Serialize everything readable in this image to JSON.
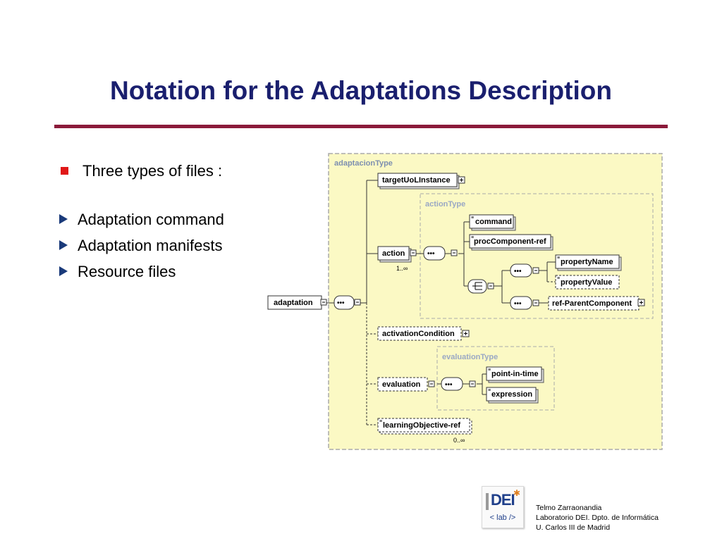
{
  "slide": {
    "title": "Notation for the Adaptations Description",
    "main_bullet": "Three types of files :",
    "sub_bullets": [
      "Adaptation command",
      "Adaptation manifests",
      "Resource files"
    ]
  },
  "diagram": {
    "outer_type": "adaptacionType",
    "action_type": "actionType",
    "evaluation_type": "evaluationType",
    "root": "adaptation",
    "target": "targetUoLInstance",
    "action": "action",
    "action_mult": "1..∞",
    "command": "command",
    "proc_ref": "procComponent-ref",
    "property_name": "propertyName",
    "property_value": "propertyValue",
    "ref_parent": "ref-ParentComponent",
    "activation": "activationCondition",
    "evaluation": "evaluation",
    "point_in_time": "point-in-time",
    "expression": "expression",
    "learning_obj": "learningObjective-ref",
    "learning_mult": "0..∞"
  },
  "logo": {
    "text": "DEI",
    "sub": "< lab />"
  },
  "credits": [
    "Telmo Zarraonandia",
    "Laboratorio DEI. Dpto. de Informática",
    "U. Carlos III de Madrid"
  ],
  "colors": {
    "title": "#1a1f6e",
    "rule": "#8b1a3a",
    "bullet_square": "#e01818",
    "bullet_triangle": "#1a3a7a",
    "schema_bg": "#fbf9c4"
  }
}
